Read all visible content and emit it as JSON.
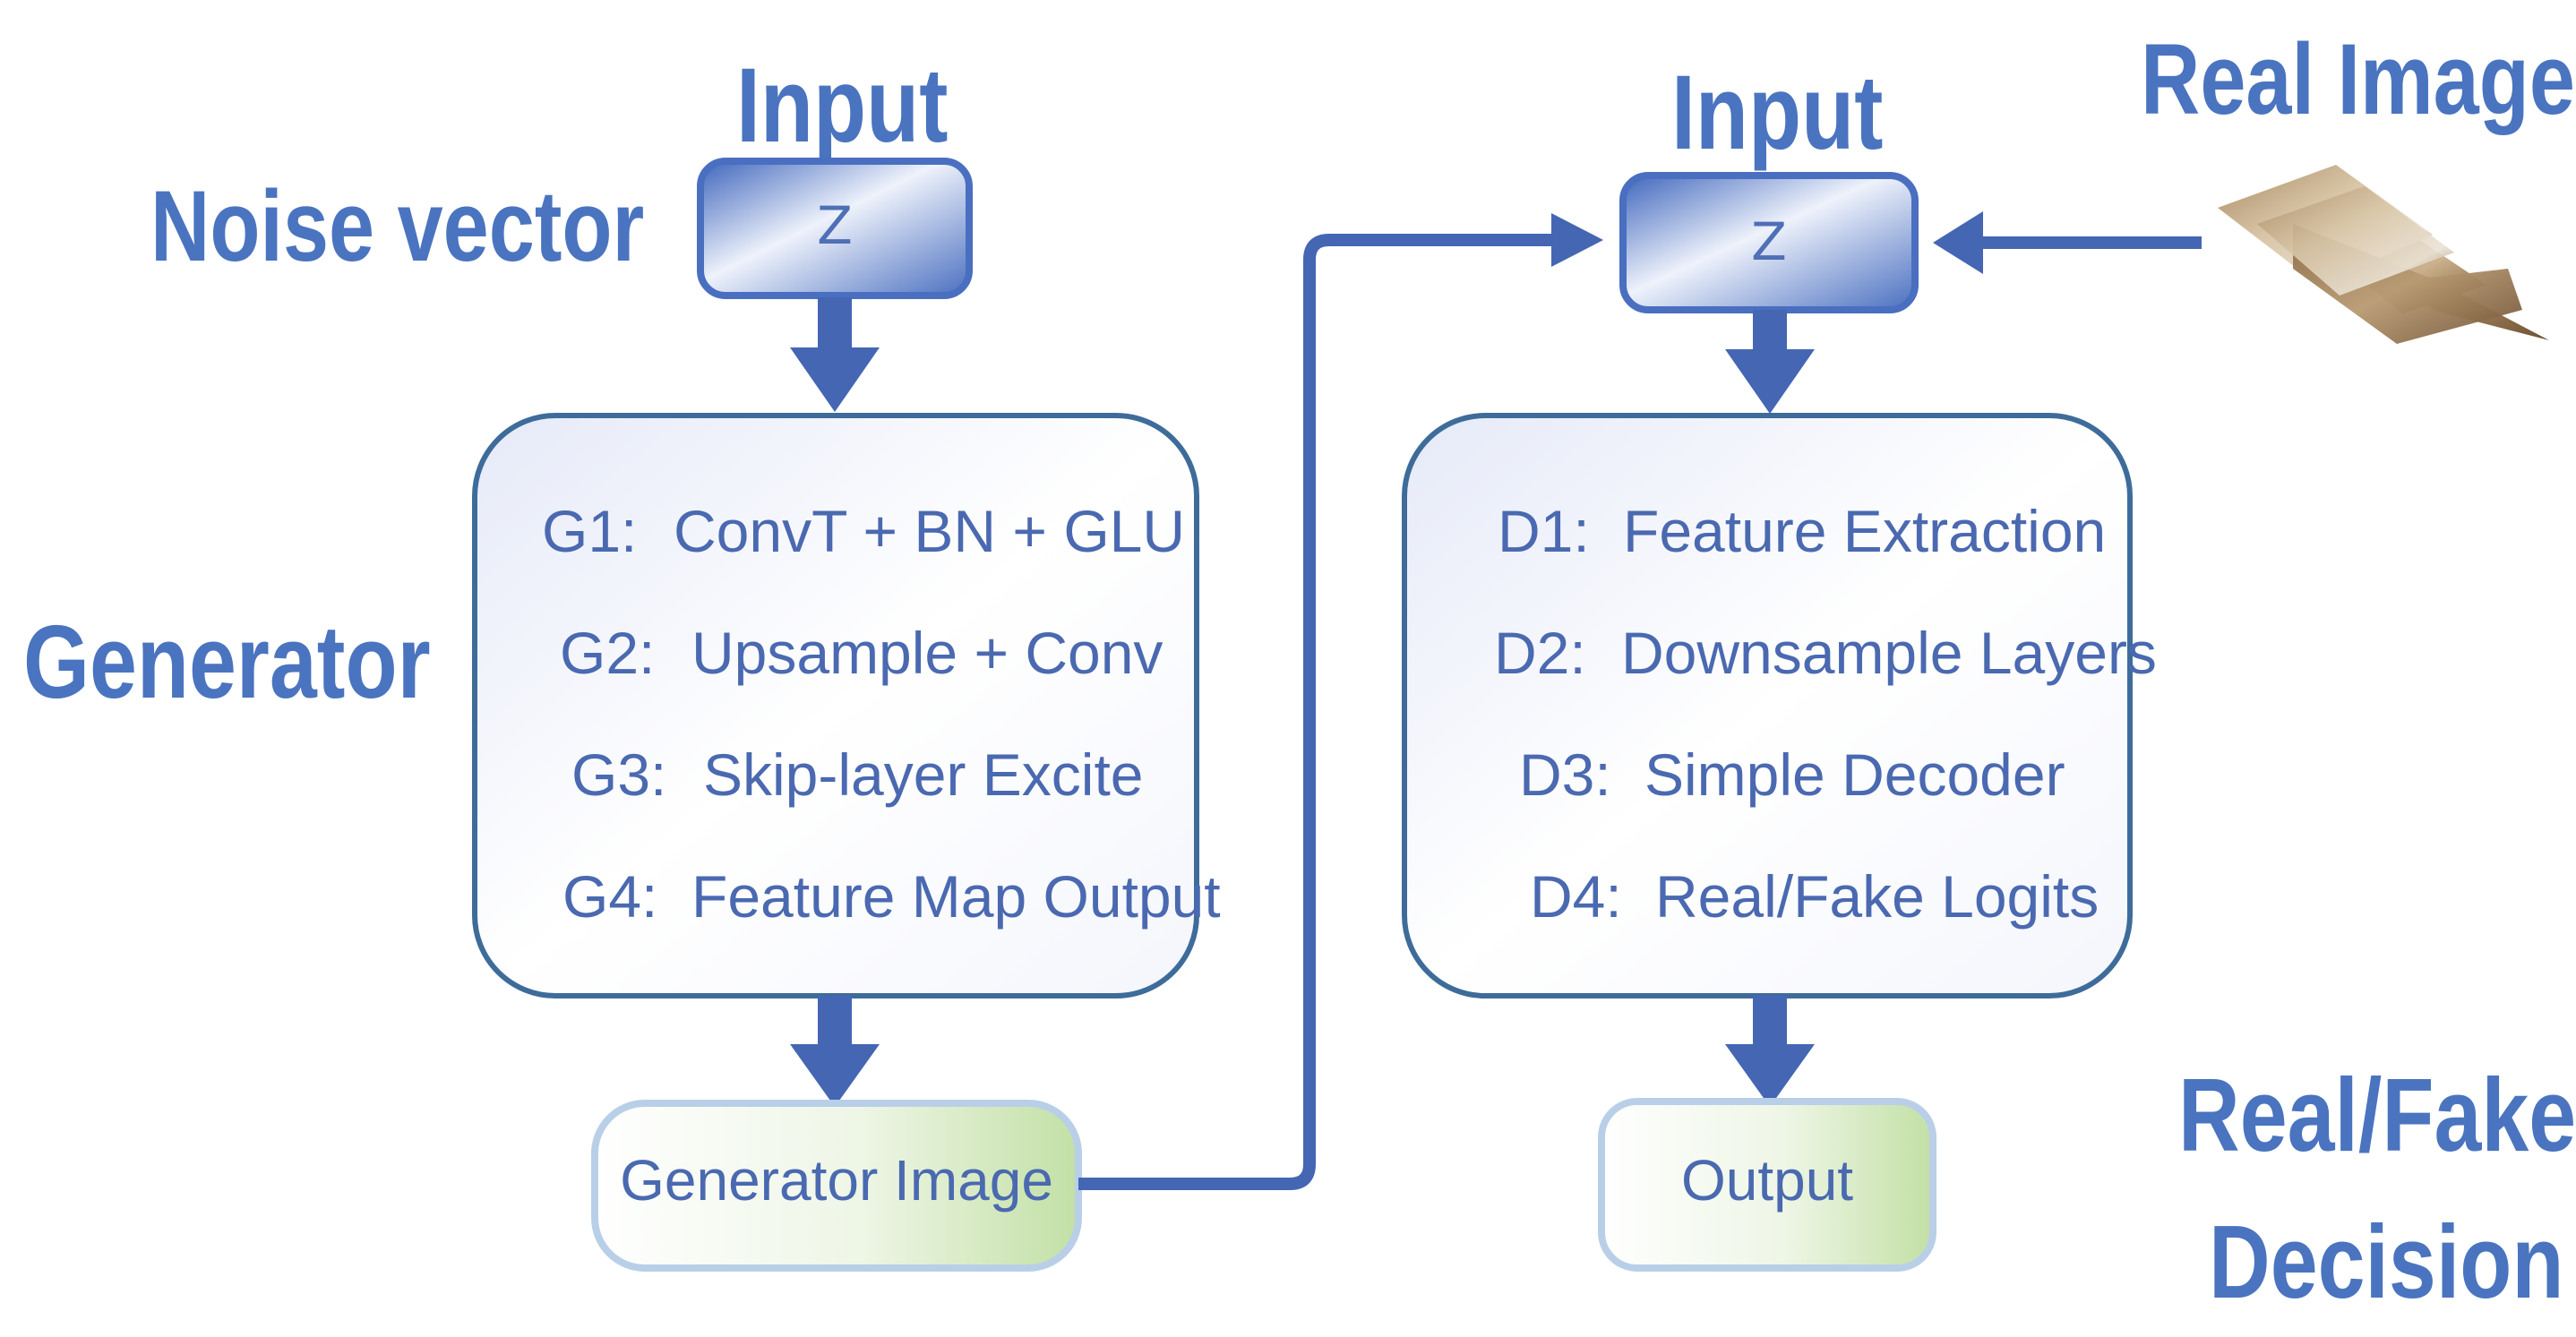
{
  "labels": {
    "noise_vector": "Noise vector",
    "generator": "Generator",
    "real_image": "Real Image",
    "decision_line1": "Real/Fake",
    "decision_line2": "Decision"
  },
  "generator_input": {
    "title": "Input",
    "symbol": "Z"
  },
  "discriminator_input": {
    "title": "Input",
    "symbol": "Z"
  },
  "generator_block": {
    "rows": [
      {
        "id": "G1:",
        "text": "ConvT + BN + GLU"
      },
      {
        "id": "G2:",
        "text": "Upsample + Conv"
      },
      {
        "id": "G3:",
        "text": "Skip-layer Excite"
      },
      {
        "id": "G4:",
        "text": "Feature Map Output"
      }
    ]
  },
  "discriminator_block": {
    "rows": [
      {
        "id": "D1:",
        "text": "Feature Extraction"
      },
      {
        "id": "D2:",
        "text": "Downsample Layers"
      },
      {
        "id": "D3:",
        "text": "Simple Decoder"
      },
      {
        "id": "D4:",
        "text": "Real/Fake Logits"
      }
    ]
  },
  "generator_image_box": "Generator Image",
  "output_box": "Output",
  "colors": {
    "label_blue": "#4a74bf",
    "arrow_blue": "#4466b3",
    "box_border": "#3e6c9a",
    "z_box_dark": "#4a6fc0",
    "output_green": "#c9e3b0"
  }
}
